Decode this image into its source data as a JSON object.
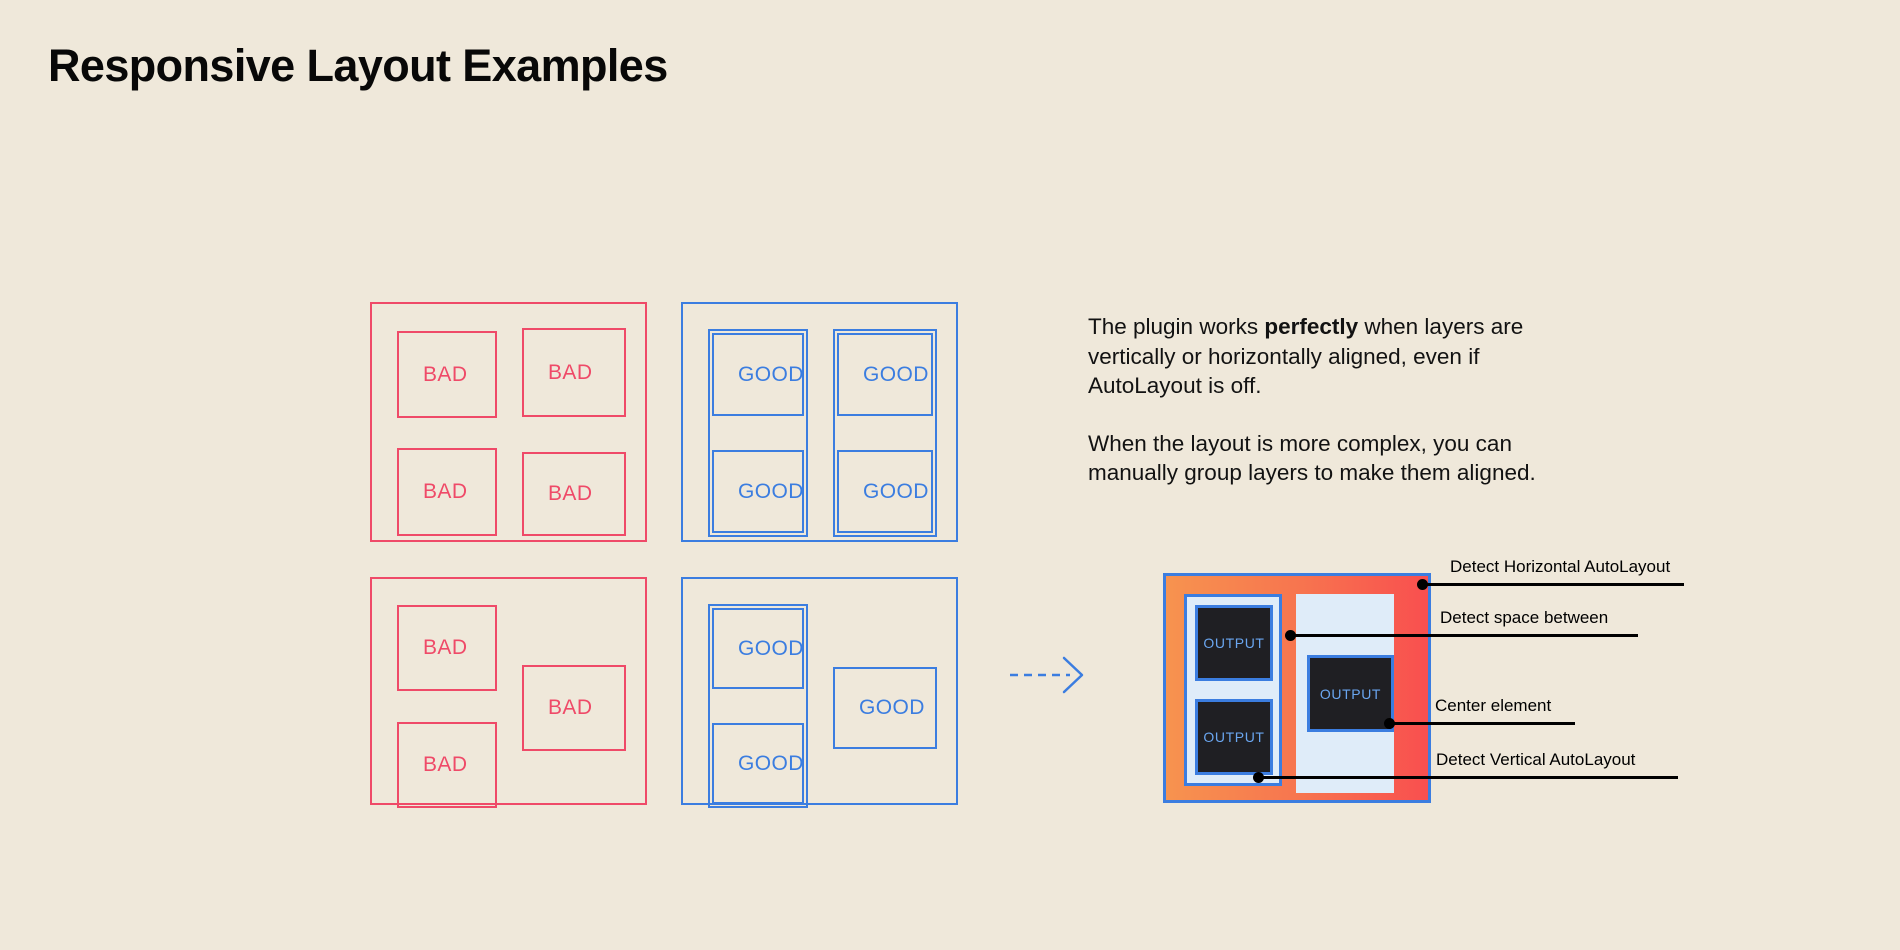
{
  "page": {
    "title": "Responsive Layout Examples",
    "background_color": "#EFE8DA"
  },
  "colors": {
    "bad": "#EF4A68",
    "good": "#3B7DE0",
    "text": "#121212",
    "diagram_border": "#3B7DE0",
    "diagram_fill_start": "#F7934F",
    "diagram_fill_end": "#F94F4F",
    "group_fill": "#DFECF9",
    "output_fill": "#1F1F23",
    "output_text": "#6AA6F0",
    "callout": "#000000"
  },
  "examples": {
    "bad_grid": {
      "label": "bad-aligned-grid",
      "cells": [
        {
          "label": "BAD"
        },
        {
          "label": "BAD"
        },
        {
          "label": "BAD"
        },
        {
          "label": "BAD"
        }
      ]
    },
    "good_grid": {
      "label": "good-aligned-grid",
      "cells": [
        {
          "label": "GOOD"
        },
        {
          "label": "GOOD"
        },
        {
          "label": "GOOD"
        },
        {
          "label": "GOOD"
        }
      ]
    },
    "bad_complex": {
      "label": "bad-complex-layout",
      "cells": [
        {
          "label": "BAD"
        },
        {
          "label": "BAD"
        },
        {
          "label": "BAD"
        }
      ]
    },
    "good_complex": {
      "label": "good-complex-layout",
      "cells": [
        {
          "label": "GOOD"
        },
        {
          "label": "GOOD"
        },
        {
          "label": "GOOD"
        }
      ]
    }
  },
  "arrow": {
    "icon": "dashed-arrow-right-icon",
    "color": "#3B7DE0",
    "style": "dashed"
  },
  "copy": {
    "paragraph1_part1": "The plugin works ",
    "paragraph1_bold": "perfectly",
    "paragraph1_part2": " when layers are vertically or horizontally aligned, even if AutoLayout is off.",
    "paragraph2": "When the layout is more complex, you can manually group layers to make them aligned."
  },
  "diagram": {
    "outputs": [
      {
        "label": "OUTPUT"
      },
      {
        "label": "OUTPUT"
      },
      {
        "label": "OUTPUT"
      }
    ],
    "callouts": [
      {
        "label": "Detect Horizontal AutoLayout"
      },
      {
        "label": "Detect space between"
      },
      {
        "label": "Center element"
      },
      {
        "label": "Detect Vertical AutoLayout"
      }
    ]
  }
}
